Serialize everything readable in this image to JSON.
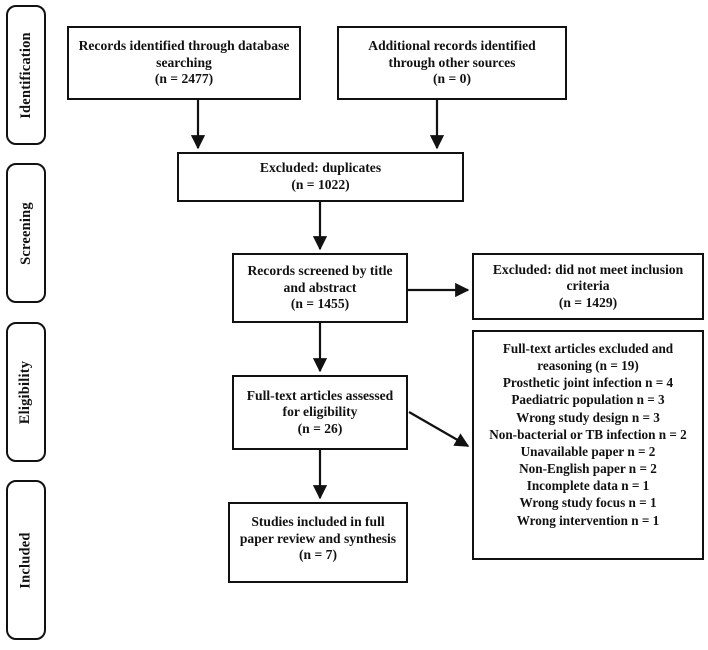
{
  "figure": {
    "type": "prisma-flow-diagram",
    "title": "PRISMA study selection flow diagram"
  },
  "stages": [
    {
      "id": "identification",
      "label": "Identification"
    },
    {
      "id": "screening",
      "label": "Screening"
    },
    {
      "id": "eligibility",
      "label": "Eligibility"
    },
    {
      "id": "included",
      "label": "Included"
    }
  ],
  "nodes": {
    "database_search": {
      "line1": "Records identified through database",
      "line2": "searching",
      "line3": "(n = 2477)",
      "count": 2477
    },
    "other_sources": {
      "line1": "Additional records identified",
      "line2": "through other sources",
      "line3": "(n = 0)",
      "count": 0
    },
    "duplicates_excluded": {
      "line1": "Excluded: duplicates",
      "line2": "(n = 1022)",
      "count": 1022
    },
    "records_screened": {
      "line1": "Records screened by title",
      "line2": "and abstract",
      "line3": "(n = 1455)",
      "count": 1455
    },
    "screening_excluded": {
      "line1": "Excluded: did not meet inclusion",
      "line2": "criteria",
      "line3": "(n = 1429)",
      "count": 1429
    },
    "fulltext_assessed": {
      "line1": "Full-text articles assessed",
      "line2": "for eligibility",
      "line3": "(n = 26)",
      "count": 26
    },
    "fulltext_excluded": {
      "heading1": "Full-text articles excluded and",
      "heading2": "reasoning (n = 19)",
      "total": 19,
      "reasons": [
        "Prosthetic joint infection n = 4",
        "Paediatric population n = 3",
        "Wrong study design n = 3",
        "Non-bacterial or TB infection n = 2",
        "Unavailable paper n = 2",
        "Non-English paper n = 2",
        "Incomplete data n = 1",
        "Wrong study focus n = 1",
        "Wrong intervention n = 1"
      ]
    },
    "studies_included": {
      "line1": "Studies included in full",
      "line2": "paper review and synthesis",
      "line3": "(n = 7)",
      "count": 7
    }
  },
  "colors": {
    "stroke": "#111111",
    "background": "#ffffff",
    "text": "#111111"
  }
}
